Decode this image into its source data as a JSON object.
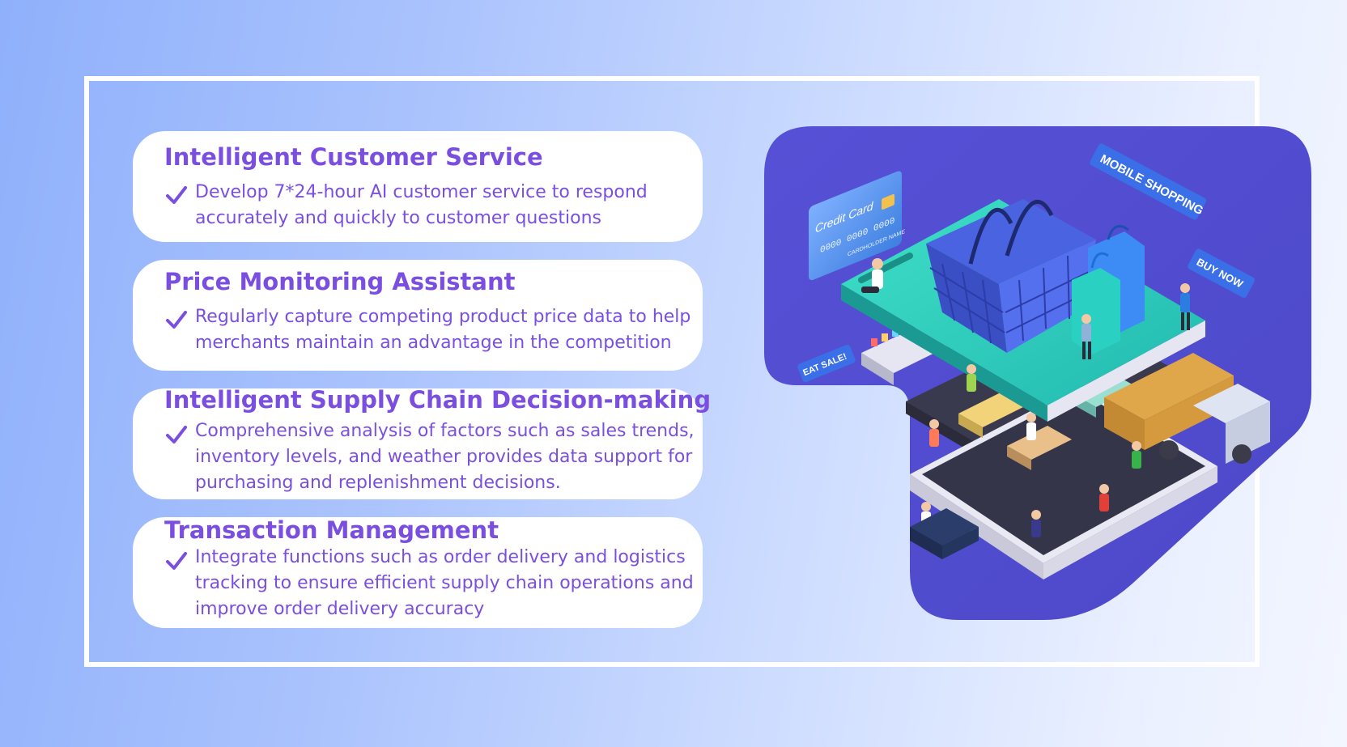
{
  "theme": {
    "accent": "#7a4fe0",
    "card_background": "#ffffff",
    "illustration_background": "#5a4fd8"
  },
  "features": [
    {
      "title": "Intelligent Customer Service",
      "icon": "checkmark-icon",
      "description": "Develop 7*24-hour AI customer service to respond accurately and quickly to customer questions"
    },
    {
      "title": "Price Monitoring Assistant",
      "icon": "checkmark-icon",
      "description": "Regularly capture competing product price data to help merchants maintain an advantage in the competition"
    },
    {
      "title": "Intelligent Supply Chain Decision-making",
      "icon": "checkmark-icon",
      "description": "Comprehensive analysis of factors such as sales trends, inventory levels, and weather provides data support for purchasing and replenishment decisions."
    },
    {
      "title": "Transaction Management",
      "icon": "checkmark-icon",
      "description": "Integrate functions such as order delivery and logistics tracking to ensure efficient supply chain operations and improve order delivery accuracy"
    }
  ],
  "illustration": {
    "subject": "isometric online shopping illustration",
    "credit_card_label": "Credit Card",
    "card_number": "0000 0000 0000",
    "card_holder": "CARDHOLDER NAME",
    "mobile_shopping_label": "MOBILE SHOPPING",
    "buy_now_label": "BUY NOW",
    "sale_label": "EAT SALE!"
  }
}
